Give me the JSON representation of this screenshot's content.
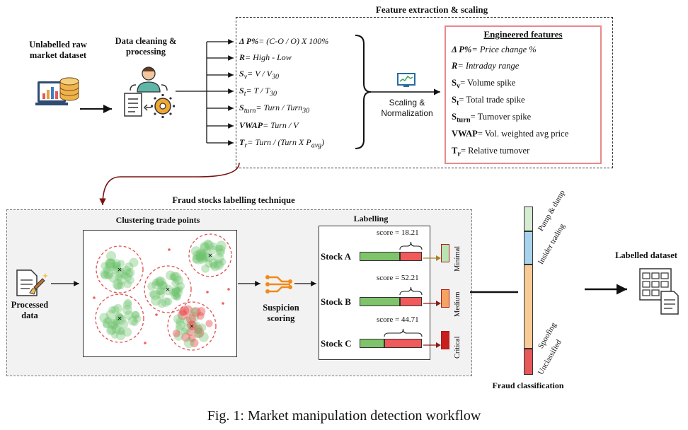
{
  "caption": "Fig. 1: Market manipulation detection workflow",
  "feature_section": {
    "title": "Feature extraction & scaling"
  },
  "inputs": {
    "raw_dataset": [
      "Unlabelled raw",
      "market dataset"
    ],
    "cleaning": [
      "Data cleaning &",
      "processing"
    ]
  },
  "features": [
    {
      "sym": "Δ P%",
      "def": "= (C-O / O) X 100%"
    },
    {
      "sym": "R",
      "def": "= High - Low"
    },
    {
      "sym": "S",
      "sub": "v",
      "def": "= V / V",
      "defsub": "30"
    },
    {
      "sym": "S",
      "sub": "t",
      "def": "= T / T",
      "defsub": "30"
    },
    {
      "sym": "S",
      "sub": "turn",
      "def": "= Turn / Turn",
      "defsub": "30"
    },
    {
      "sym": "VWAP",
      "def": "= Turn / V"
    },
    {
      "sym": "T",
      "sub": "r",
      "def": "= Turn / (Turn X P",
      "defsub": "avg",
      "tail": ")"
    }
  ],
  "scaling": [
    "Scaling &",
    "Normalization"
  ],
  "engineered": {
    "title": "Engineered features",
    "items": [
      {
        "sym": "Δ P%",
        "desc": "= Price change %",
        "italic": true
      },
      {
        "sym": "R",
        "desc": "= Intraday range",
        "italic": true
      },
      {
        "sym": "S",
        "sub": "v",
        "desc": "= Volume spike"
      },
      {
        "sym": "S",
        "sub": "t",
        "desc": "= Total trade spike"
      },
      {
        "sym": "S",
        "sub": "turn",
        "desc": "= Turnover spike"
      },
      {
        "sym": "VWAP",
        "desc": "= Vol. weighted avg price"
      },
      {
        "sym": "T",
        "sub": "r",
        "desc": "= Relative turnover"
      }
    ]
  },
  "fraud_section": {
    "title": "Fraud stocks labelling technique"
  },
  "processed": [
    "Processed",
    "data"
  ],
  "clustering": {
    "title": "Clustering trade points"
  },
  "suspicion": [
    "Suspicion",
    "scoring"
  ],
  "labelling": {
    "title": "Labelling",
    "stocks": [
      {
        "name": "Stock A",
        "score": "score = 18.21",
        "green": 0.65,
        "level": "Minimal",
        "level_color": "#b8e6b0"
      },
      {
        "name": "Stock B",
        "score": "score = 52.21",
        "green": 0.65,
        "level": "Medium",
        "level_color": "#f4a460"
      },
      {
        "name": "Stock C",
        "score": "score = 44.71",
        "green": 0.4,
        "level": "Critical",
        "level_color": "#c81e1e"
      }
    ]
  },
  "classification": {
    "title": "Fraud classification",
    "segments": [
      {
        "label": "Pump & dump",
        "color": "#d6ecd2",
        "frac": 0.148
      },
      {
        "label": "Insider trading",
        "color": "#a9d3ec",
        "frac": 0.196
      },
      {
        "label": "Spoofing",
        "color": "#f7cc96",
        "frac": 0.5
      },
      {
        "label": "Unclassified",
        "color": "#e6585a",
        "frac": 0.156
      }
    ]
  },
  "output": {
    "title": "Labelled dataset"
  },
  "colors": {
    "accent_red": "#e8898b",
    "dark_red": "#8b1a1a",
    "bar_green": "#7fc36b",
    "bar_red": "#f05a5a"
  }
}
